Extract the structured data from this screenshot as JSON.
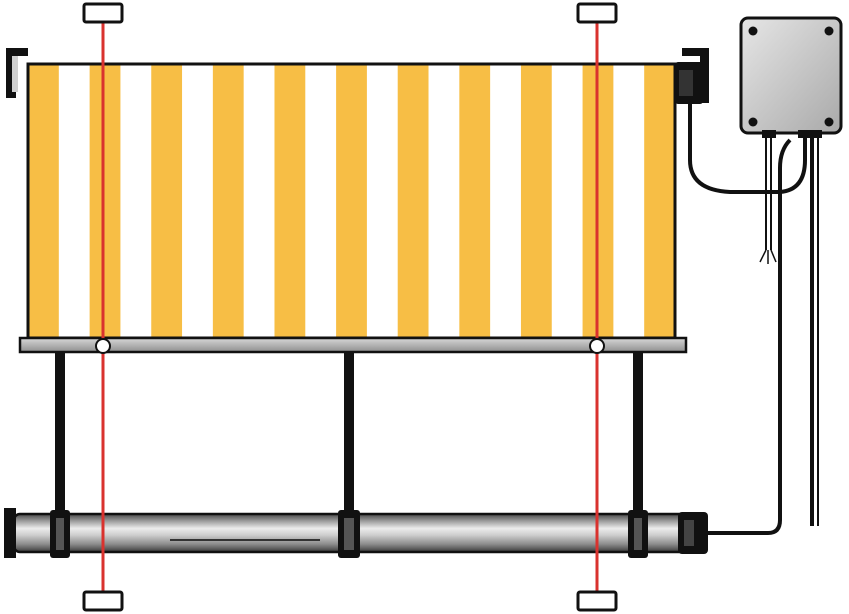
{
  "diagram": {
    "subject": "awning-blind-with-roller-motor-and-junction-box",
    "colors": {
      "stripe_yellow": "#F7BE45",
      "stripe_white": "#FFFFFF",
      "guide_wire_red": "#D9322E",
      "outline": "#111111",
      "bar_grey": "#B5B5B5",
      "tube_light": "#DCDCDC",
      "tube_dark": "#5A5A5A",
      "box_grey": "#C8C8C8"
    },
    "components": [
      "fabric-panel",
      "bottom-bar",
      "support-arm",
      "roller-tube",
      "guide-wire",
      "wire-anchor",
      "junction-box",
      "cable",
      "end-bracket"
    ],
    "stripe_count": 21,
    "support_arm_count": 3,
    "guide_wire_count": 2
  }
}
